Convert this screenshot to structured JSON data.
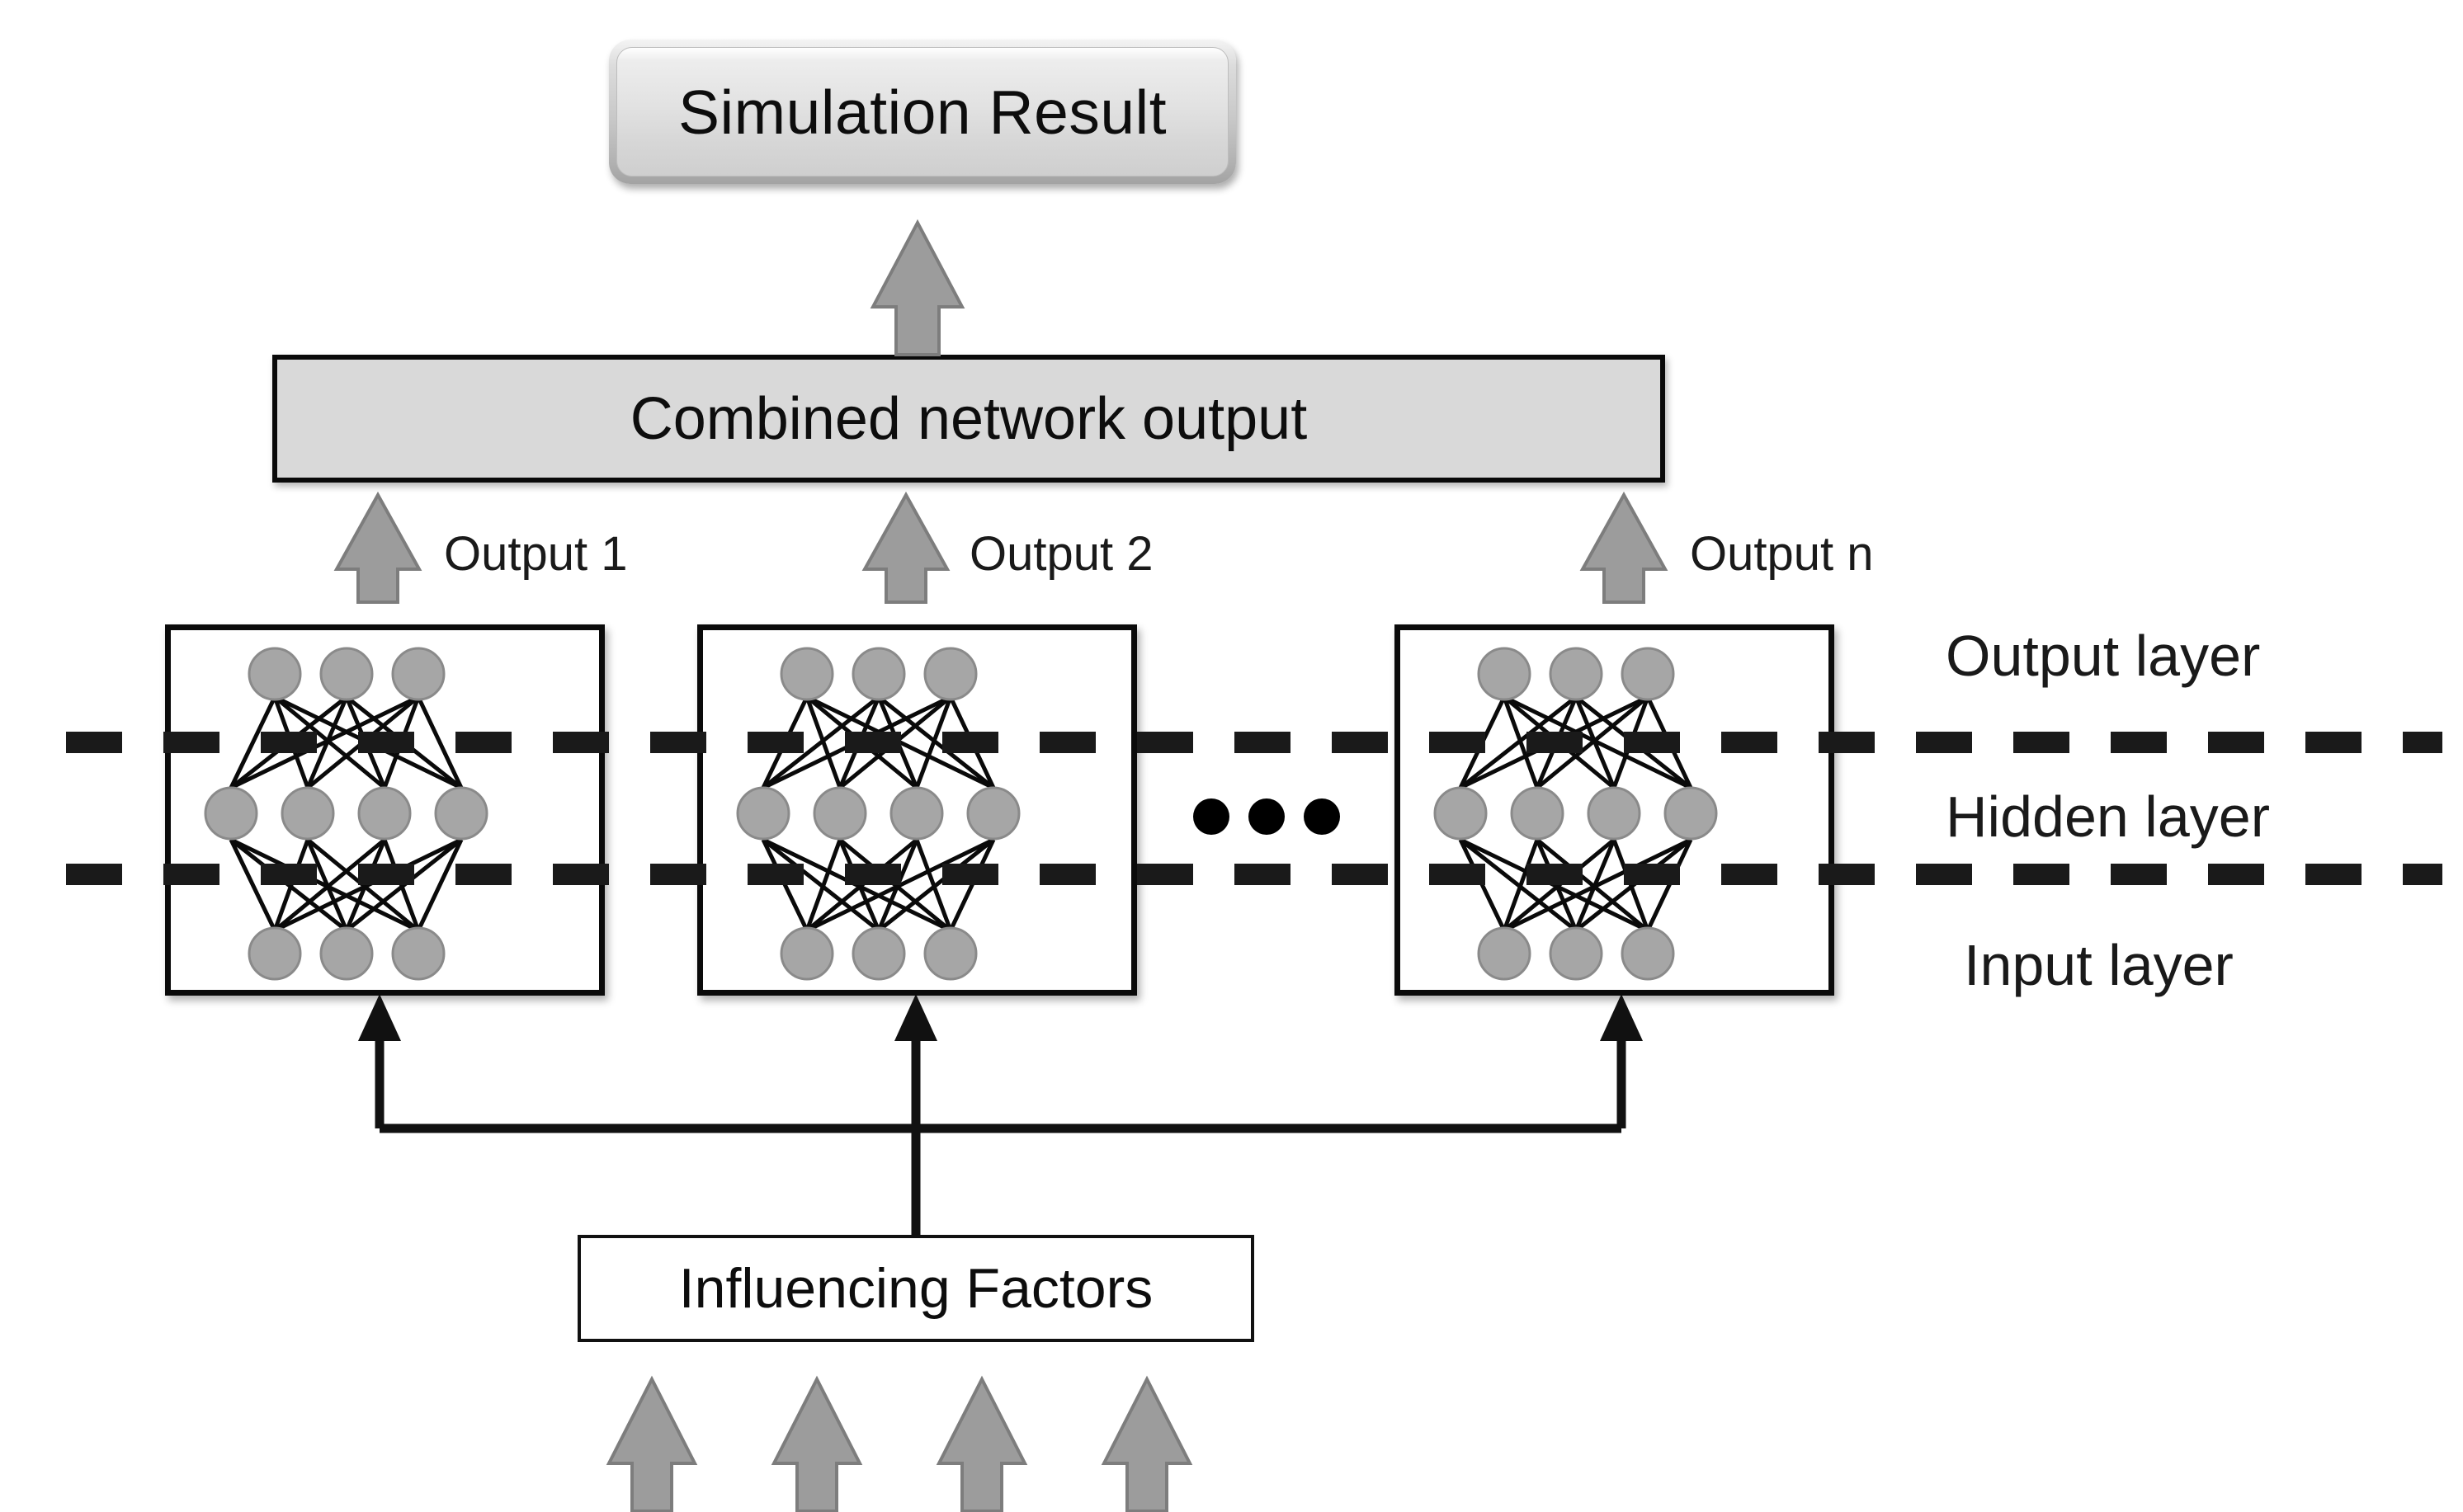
{
  "diagram": {
    "title_node": {
      "label": "Simulation Result"
    },
    "combined_node": {
      "label": "Combined network output"
    },
    "input_node": {
      "label": "Influencing Factors"
    },
    "output_arrows": [
      {
        "label": "Output 1"
      },
      {
        "label": "Output 2"
      },
      {
        "label": "Output n"
      }
    ],
    "layer_captions": [
      {
        "label": "Output layer"
      },
      {
        "label": "Hidden layer"
      },
      {
        "label": "Input layer"
      }
    ],
    "ellipsis": "● ● ●",
    "networks": [
      {
        "name": "network-1",
        "output_nodes": 3,
        "hidden_nodes": 4,
        "input_nodes": 3
      },
      {
        "name": "network-2",
        "output_nodes": 3,
        "hidden_nodes": 4,
        "input_nodes": 3
      },
      {
        "name": "network-n",
        "output_nodes": 3,
        "hidden_nodes": 4,
        "input_nodes": 3
      }
    ],
    "colors": {
      "node_fill": "#a6a6a6",
      "node_stroke": "#8a8a8a",
      "arrow_fill": "#9c9c9c",
      "arrow_stroke": "#7d7d7d",
      "box_border": "#0a0a0a",
      "combined_fill": "#d9d9d9",
      "dash_line": "#1a1a1a",
      "connector_line": "#111111",
      "background": "#ffffff"
    }
  }
}
